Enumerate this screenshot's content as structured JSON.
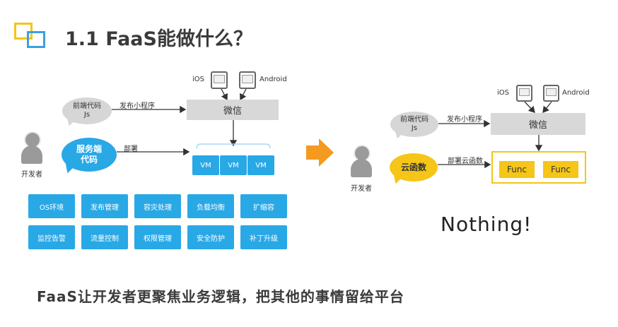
{
  "title": "1.1 FaaS能做什么？",
  "left": {
    "ios_label": "iOS",
    "android_label": "Android",
    "wechat_label": "微信",
    "frontend_bubble_line1": "前端代码",
    "frontend_bubble_line2": "Js",
    "publish_label": "发布小程序",
    "server_bubble_line1": "服务端",
    "server_bubble_line2": "代码",
    "deploy_label": "部署",
    "developer_label": "开发者",
    "vms": [
      "VM",
      "VM",
      "VM"
    ],
    "ops_row1": [
      "OS环境",
      "发布管理",
      "容灾处理",
      "负载均衡",
      "扩缩容"
    ],
    "ops_row2": [
      "监控告警",
      "流量控制",
      "权限管理",
      "安全防护",
      "补丁升级"
    ]
  },
  "right": {
    "ios_label": "iOS",
    "android_label": "Android",
    "wechat_label": "微信",
    "frontend_bubble_line1": "前端代码",
    "frontend_bubble_line2": "Js",
    "publish_label": "发布小程序",
    "cloud_bubble": "云函数",
    "deploy_label": "部署云函数",
    "developer_label": "开发者",
    "funcs": [
      "Func",
      "Func"
    ]
  },
  "nothing_text": "Nothing!",
  "bottom_text": "FaaS让开发者更聚焦业务逻辑，把其他的事情留给平台",
  "colors": {
    "blue": "#29a8e6",
    "yellow": "#f5c518",
    "orange_arrow": "#f39a1f",
    "gray": "#d8d8d8"
  }
}
